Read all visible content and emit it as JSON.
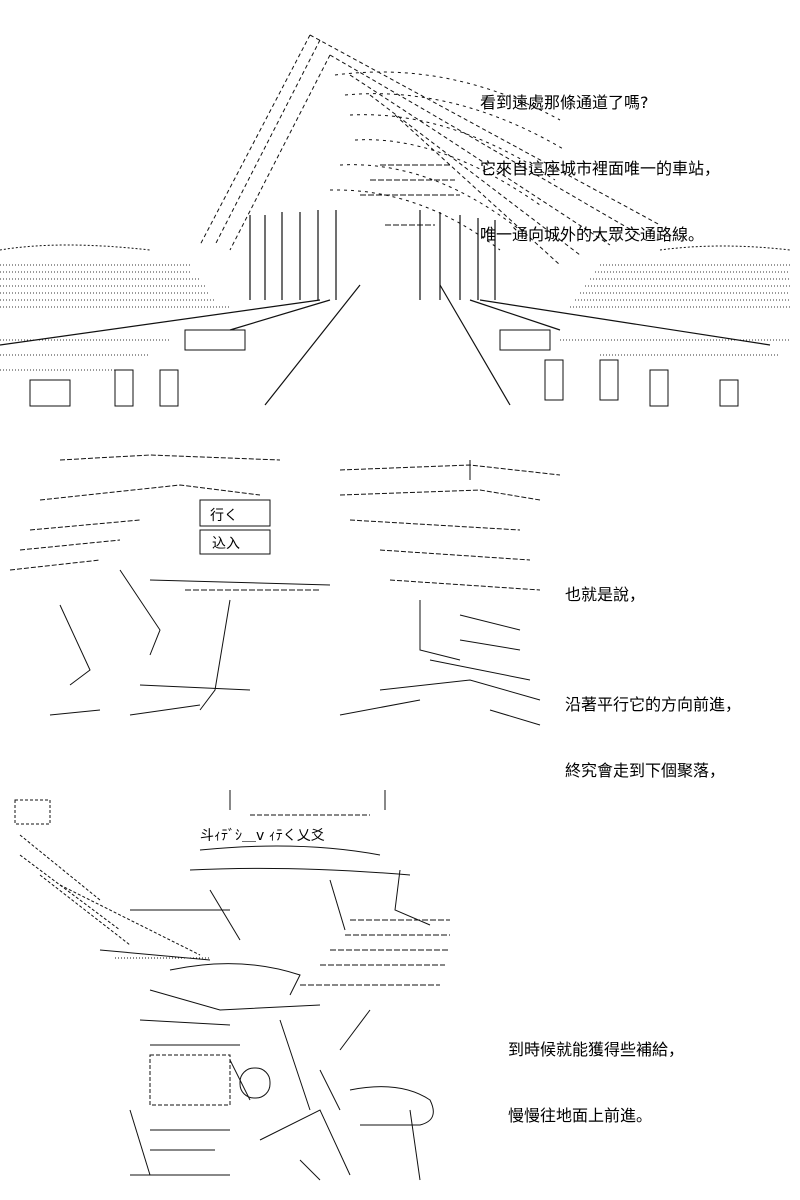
{
  "panels": [
    {
      "art_subject": "station-terminal-ascii-art",
      "caption_lines": [
        "看到遠處那條通道了嗎?",
        "它來自這座城市裡面唯一的車站，",
        "唯一通向城外的大眾交通路線。"
      ]
    },
    {
      "art_subject": "characters-walking-ascii-art",
      "caption_lines": [
        "也就是說，",
        "",
        "沿著平行它的方向前進，",
        "終究會走到下個聚落，"
      ]
    },
    {
      "art_subject": "character-with-backpack-ascii-art",
      "caption_lines": [
        "到時候就能獲得些補給，",
        "慢慢往地面上前進。"
      ]
    }
  ],
  "art_text": {
    "sign_walk": "行く",
    "sign_go": "込入",
    "shout": "斗ｨﾃﾞｼ＿v ｨﾃく乂爻"
  }
}
